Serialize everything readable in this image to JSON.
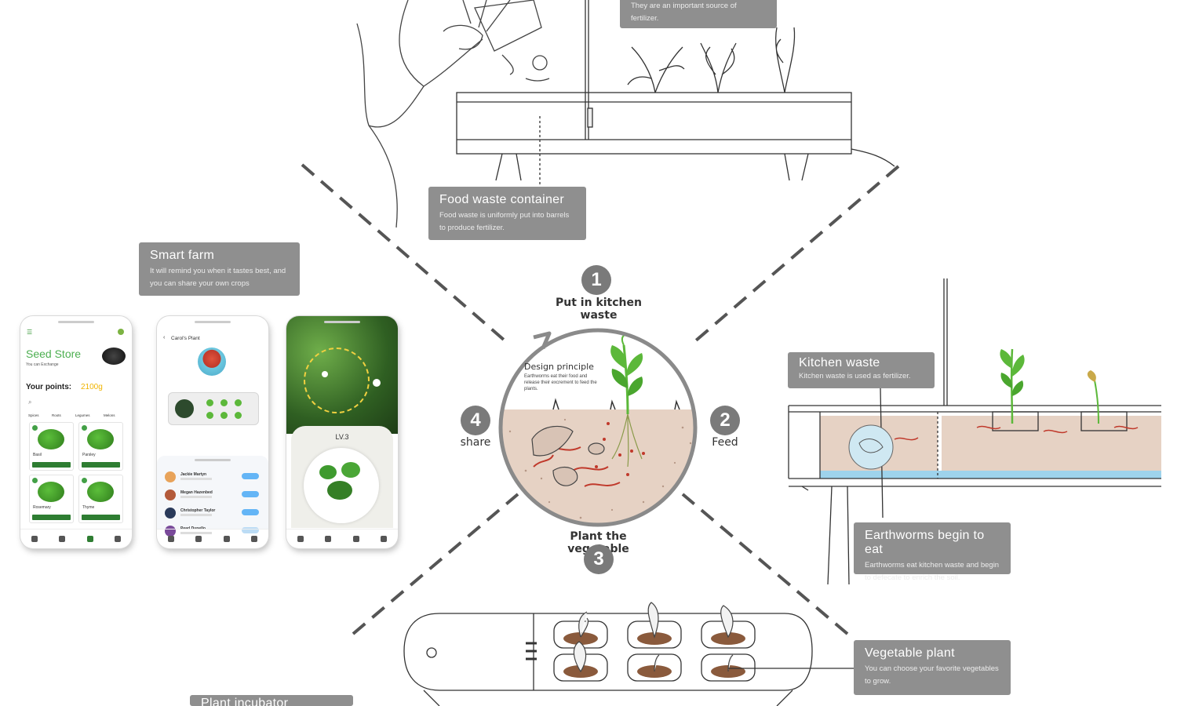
{
  "callouts": {
    "top": {
      "desc": "They are an important source of fertilizer."
    },
    "food_waste": {
      "title": "Food waste container",
      "desc": "Food waste is uniformly put into barrels to produce fertilizer."
    },
    "smart_farm": {
      "title": "Smart farm",
      "desc": "It will remind you when it tastes best, and you can share your own crops"
    },
    "kitchen_waste": {
      "title": "Kitchen waste",
      "desc": "Kitchen waste is used as fertilizer."
    },
    "earthworms": {
      "title": "Earthworms begin to eat",
      "desc": "Earthworms eat kitchen waste and begin to defecate to enrich the soil."
    },
    "vegetable": {
      "title": "Vegetable plant",
      "desc": "You can choose your favorite vegetables to grow."
    },
    "incubator": {
      "title": "Plant incubator"
    }
  },
  "cycle": {
    "steps": [
      {
        "number": "1",
        "label": "Put in kitchen waste"
      },
      {
        "number": "2",
        "label": "Feed"
      },
      {
        "number": "3",
        "label": "Plant the vegetable"
      },
      {
        "number": "4",
        "label": "share"
      }
    ],
    "principle_title": "Design principle",
    "principle_desc": "Earthworms eat their food and release their excrement to feed the plants."
  },
  "phones": {
    "store": {
      "title": "Seed Store",
      "subtitle": "You can Exchange",
      "points_label": "Your points:",
      "points_value": "2100g",
      "categories": [
        "Spices",
        "Roots",
        "Legumes",
        "Melons"
      ],
      "items": [
        "Basil",
        "Parsley",
        "Rosemary",
        "Thyme"
      ]
    },
    "plant": {
      "header": "Carol's Plant",
      "users": [
        "Jackie Martyn",
        "Megan Hazenbed",
        "Christopher Taylor",
        "Pearl Dunello"
      ]
    },
    "level": {
      "label": "LV.3"
    }
  },
  "colors": {
    "callout_bg": "#8f8f8f",
    "soil": "#e6d2c4",
    "plant_green": "#5cb83a",
    "water": "#9ed3ec"
  }
}
